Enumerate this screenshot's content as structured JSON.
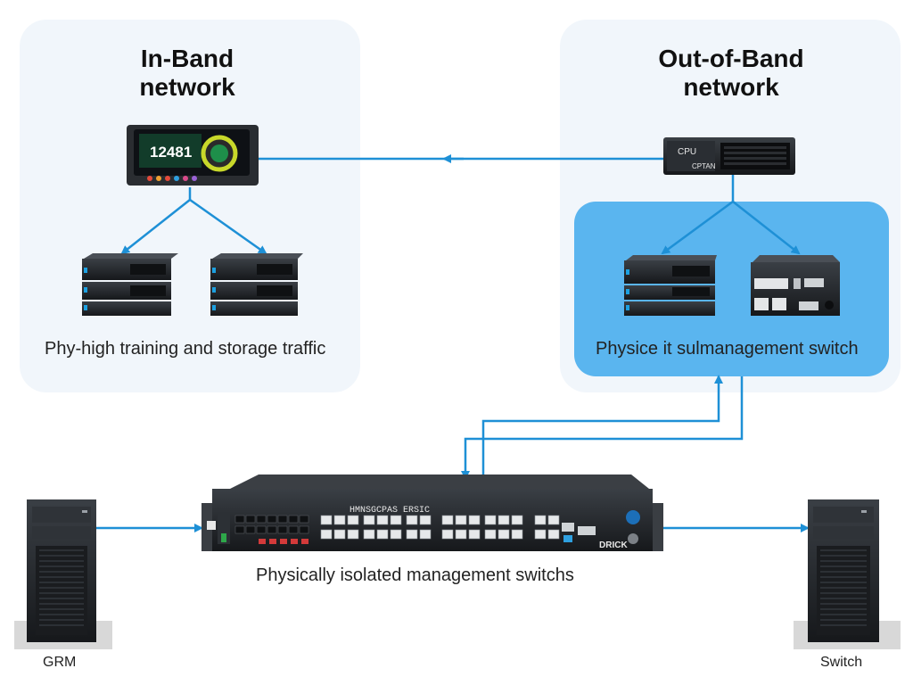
{
  "inband": {
    "title_line1": "In-Band",
    "title_line2": "network",
    "caption": "Phy-high training and storage traffic",
    "monitor_text": "12481"
  },
  "oob": {
    "title_line1": "Out-of-Band",
    "title_line2": "network",
    "caption": "Physice it sulmanagement switch",
    "appliance_text_1": "CPU",
    "appliance_text_2": "CPTAN"
  },
  "switch": {
    "caption": "Physically isolated management switchs",
    "top_text": "HMNSGCPAS ERSIC",
    "brand_text": "DRICK"
  },
  "left_server": {
    "label": "GRM"
  },
  "right_server": {
    "label": "Switch"
  },
  "colors": {
    "arrow": "#1e90d6",
    "panel_bg": "#f1f6fb",
    "highlight_bg": "#5ab5ef",
    "device_dark": "#1f2226",
    "port_accent": "#1ca0e0"
  }
}
